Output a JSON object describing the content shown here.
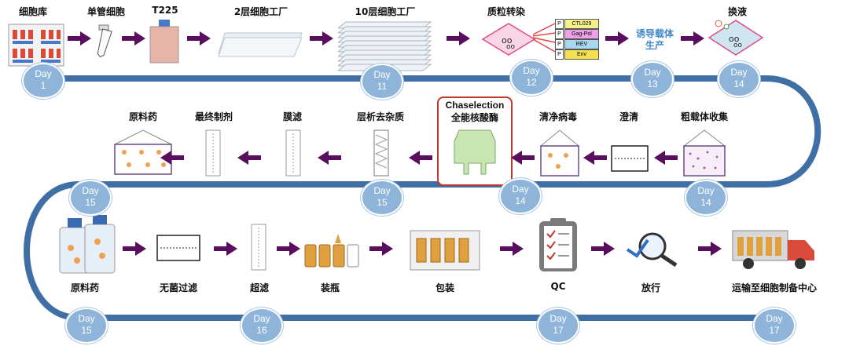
{
  "row1": {
    "labels": [
      "细胞库",
      "单管细胞",
      "T225",
      "2层细胞工厂",
      "10层细胞工厂",
      "质粒转染",
      "换液"
    ],
    "induce_label": "诱导载体\n生产",
    "plasmids": [
      "CTL029",
      "Gag-Pol",
      "REV",
      "Env"
    ],
    "plasmid_colors": [
      "#f5f08a",
      "#f0a0e8",
      "#a8d8f0",
      "#f5e050"
    ]
  },
  "row2": {
    "labels": [
      "原料药",
      "最终制剂",
      "膜滤",
      "层析去杂质",
      "清净病毒",
      "澄清",
      "粗载体收集"
    ],
    "chase_title": "Chaselection",
    "chase_sub": "全能核酸酶"
  },
  "row3": {
    "labels": [
      "原料药",
      "无菌过滤",
      "超滤",
      "装瓶",
      "包装",
      "QC",
      "放行",
      "运输至细胞制备中心"
    ]
  },
  "days": [
    {
      "word": "Day",
      "num": "1"
    },
    {
      "word": "Day",
      "num": "11"
    },
    {
      "word": "Day",
      "num": "12"
    },
    {
      "word": "Day",
      "num": "13"
    },
    {
      "word": "Day",
      "num": "14"
    },
    {
      "word": "Day",
      "num": "15"
    },
    {
      "word": "Day",
      "num": "15"
    },
    {
      "word": "Day",
      "num": "14"
    },
    {
      "word": "Day",
      "num": "14"
    },
    {
      "word": "Day",
      "num": "15"
    },
    {
      "word": "Day",
      "num": "16"
    },
    {
      "word": "Day",
      "num": "17"
    },
    {
      "word": "Day",
      "num": "17"
    }
  ],
  "colors": {
    "flow_line": "#3f6fa5",
    "arrow": "#5a0f5e",
    "day_badge": "#8fb4d9",
    "highlight_border": "#c0392b",
    "induce_text": "#3f86c8"
  }
}
